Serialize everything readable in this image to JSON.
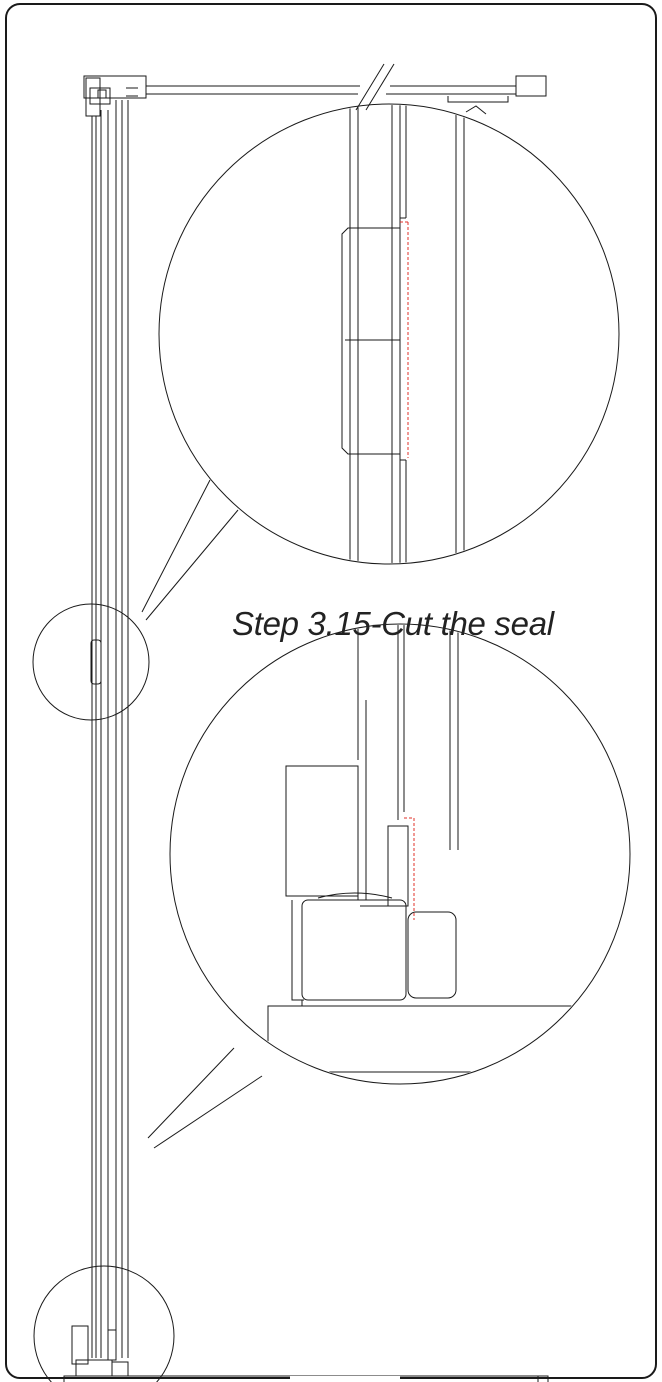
{
  "step": {
    "title": "Step 3.15-Cut the seal"
  },
  "colors": {
    "line": "#1a1a1a",
    "cut_line": "#e0302a",
    "background": "#ffffff"
  },
  "views": [
    {
      "name": "full-profile",
      "description_hidden": true
    },
    {
      "name": "detail-seal-middle"
    },
    {
      "name": "detail-seal-bottom"
    }
  ]
}
